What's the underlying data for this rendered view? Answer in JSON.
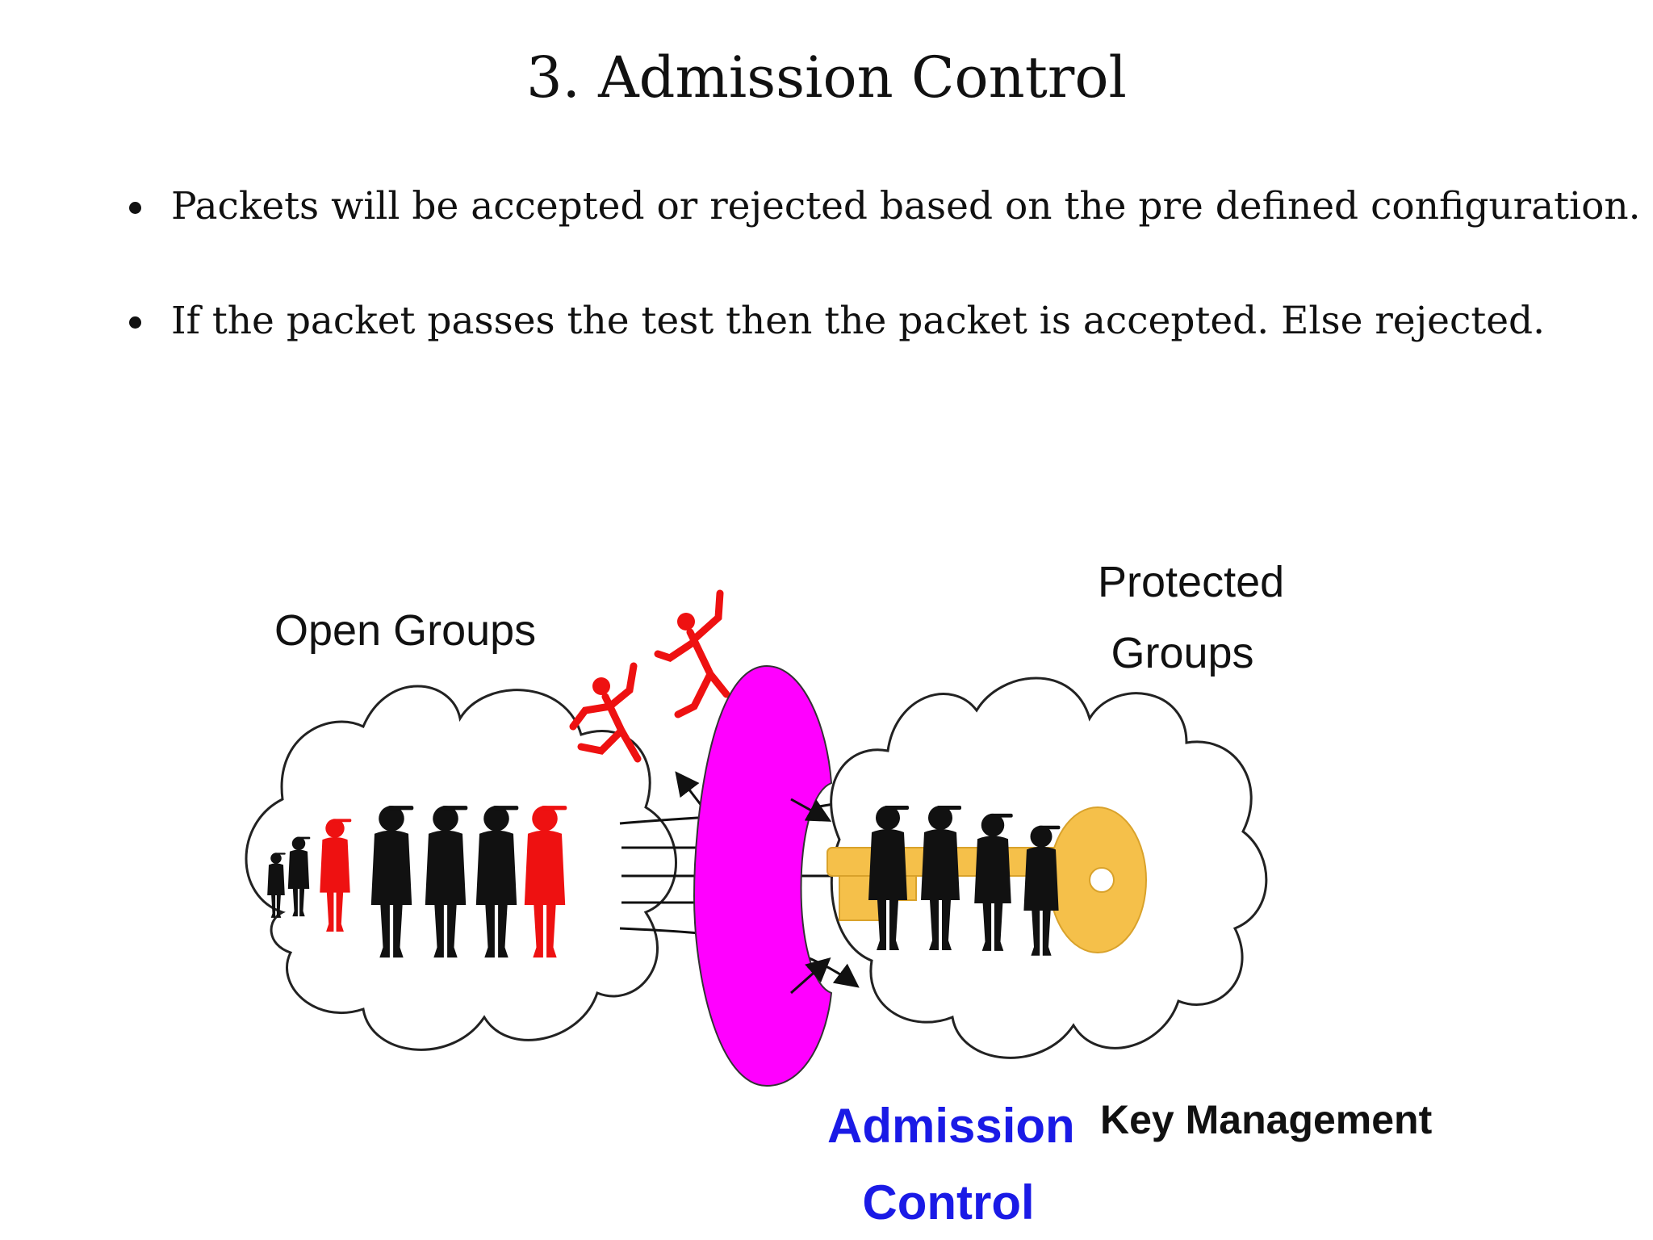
{
  "slide": {
    "title": "3. Admission Control",
    "bullets": [
      "Packets will be accepted or rejected based on the pre defined configuration.",
      "If the packet passes the test then the packet is accepted. Else rejected."
    ]
  },
  "diagram": {
    "open_groups_label": "Open Groups",
    "protected_groups_label_line1": "Protected",
    "protected_groups_label_line2": "Groups",
    "admission_control_label_line1": "Admission",
    "admission_control_label_line2": "Control",
    "key_management_label": "Key Management",
    "colors": {
      "gate": "#ff00ff",
      "rejected": "#ee1111",
      "member": "#000000",
      "key": "#f5c04a",
      "admission_text": "#1a1ae6"
    },
    "icons": [
      "cloud-icon",
      "person-icon",
      "key-icon",
      "arrow-icon"
    ]
  }
}
